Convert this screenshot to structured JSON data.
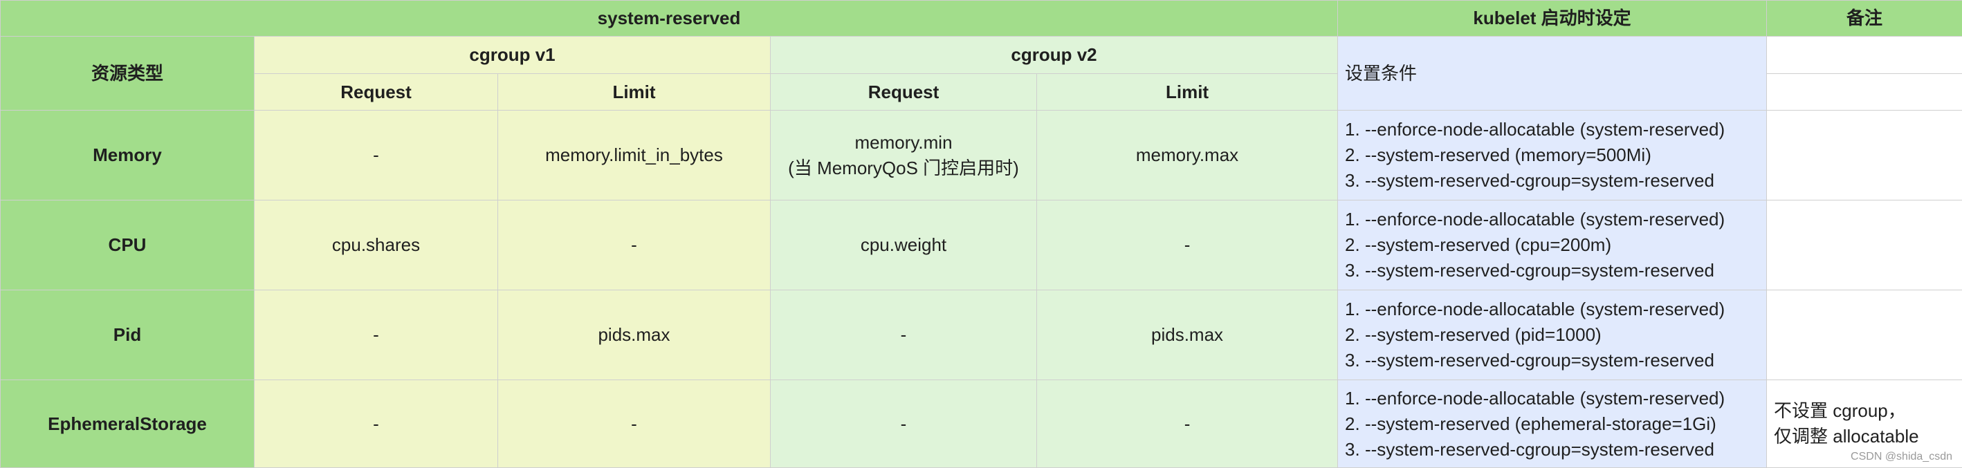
{
  "headers": {
    "system_reserved": "system-reserved",
    "kubelet": "kubelet 启动时设定",
    "note": "备注",
    "resource_type": "资源类型",
    "cgroup_v1": "cgroup v1",
    "cgroup_v2": "cgroup v2",
    "v1_request": "Request",
    "v1_limit": "Limit",
    "v2_request": "Request",
    "v2_limit": "Limit",
    "conditions": "设置条件"
  },
  "rows": [
    {
      "name": "Memory",
      "v1_request": "-",
      "v1_limit": "memory.limit_in_bytes",
      "v2_request_l1": "memory.min",
      "v2_request_l2": "(当 MemoryQoS 门控启用时)",
      "v2_limit": "memory.max",
      "cond1": "1. --enforce-node-allocatable (system-reserved)",
      "cond2": "2. --system-reserved (memory=500Mi)",
      "cond3": "3. --system-reserved-cgroup=system-reserved",
      "note_l1": "",
      "note_l2": ""
    },
    {
      "name": "CPU",
      "v1_request": "cpu.shares",
      "v1_limit": "-",
      "v2_request_l1": "cpu.weight",
      "v2_request_l2": "",
      "v2_limit": "-",
      "cond1": "1. --enforce-node-allocatable (system-reserved)",
      "cond2": "2. --system-reserved (cpu=200m)",
      "cond3": "3. --system-reserved-cgroup=system-reserved",
      "note_l1": "",
      "note_l2": ""
    },
    {
      "name": "Pid",
      "v1_request": "-",
      "v1_limit": "pids.max",
      "v2_request_l1": "-",
      "v2_request_l2": "",
      "v2_limit": "pids.max",
      "cond1": "1. --enforce-node-allocatable (system-reserved)",
      "cond2": "2. --system-reserved (pid=1000)",
      "cond3": "3. --system-reserved-cgroup=system-reserved",
      "note_l1": "",
      "note_l2": ""
    },
    {
      "name": "EphemeralStorage",
      "v1_request": "-",
      "v1_limit": "-",
      "v2_request_l1": "-",
      "v2_request_l2": "",
      "v2_limit": "-",
      "cond1": "1. --enforce-node-allocatable (system-reserved)",
      "cond2": "2. --system-reserved (ephemeral-storage=1Gi)",
      "cond3": "3. --system-reserved-cgroup=system-reserved",
      "note_l1": "不设置 cgroup，",
      "note_l2": "仅调整 allocatable"
    }
  ],
  "watermark": "CSDN @shida_csdn",
  "colors": {
    "header_green": "#a2dd8b",
    "cgroup_v1_yellow": "#f0f6ca",
    "cgroup_v2_green": "#dff4d9",
    "kubelet_blue": "#e1eafd"
  }
}
